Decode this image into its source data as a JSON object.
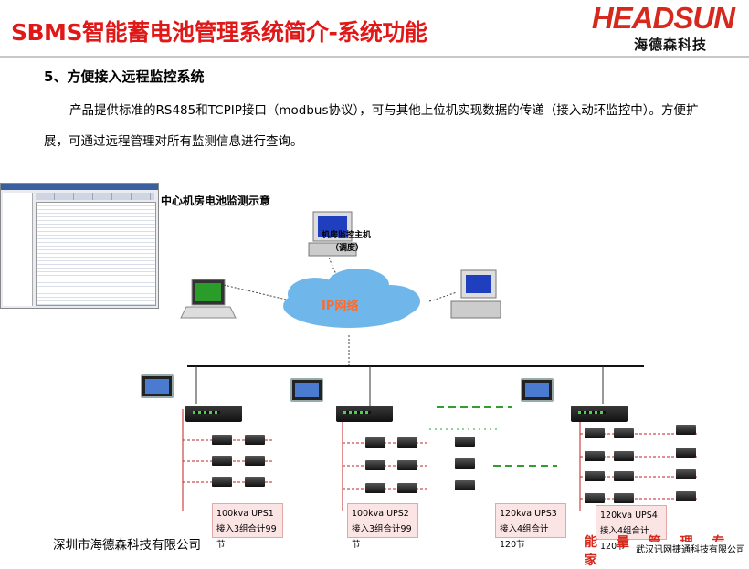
{
  "header": {
    "title": "SBMS智能蓄电池管理系统简介-系统功能",
    "logo_text": "HEADSUN",
    "logo_subtext": "海德森科技"
  },
  "section": {
    "heading": "5、方便接入远程监控系统",
    "paragraph": "产品提供标准的RS485和TCPIP接口（modbus协议），可与其他上位机实现数据的传递（接入动环监控中）。方便扩展，可通过远程管理对所有监测信息进行查询。"
  },
  "diagram": {
    "caption": "中心机房电池监测示意",
    "host_label": "机房监控主机",
    "host_label_2": "（调度）",
    "network_label": "IP网络",
    "ups_groups": [
      {
        "name": "100kva  UPS1",
        "detail": "接入3组合计99节"
      },
      {
        "name": "100kva  UPS2",
        "detail": "接入3组合计99节"
      },
      {
        "name": "120kva  UPS3",
        "detail": "接入4组合计120节"
      },
      {
        "name": "120kva  UPS4",
        "detail": "接入4组合计120节"
      }
    ]
  },
  "footer": {
    "company": "深圳市海德森科技有限公司",
    "slogan": "能 量 管 理 专 家",
    "credit": "武汉讯网捷通科技有限公司"
  },
  "colors": {
    "title_red": "#e01818",
    "logo_red": "#d6281c",
    "network_blue": "#6fb7ea",
    "link_red": "#c02020",
    "link_green": "#2fa02f"
  }
}
